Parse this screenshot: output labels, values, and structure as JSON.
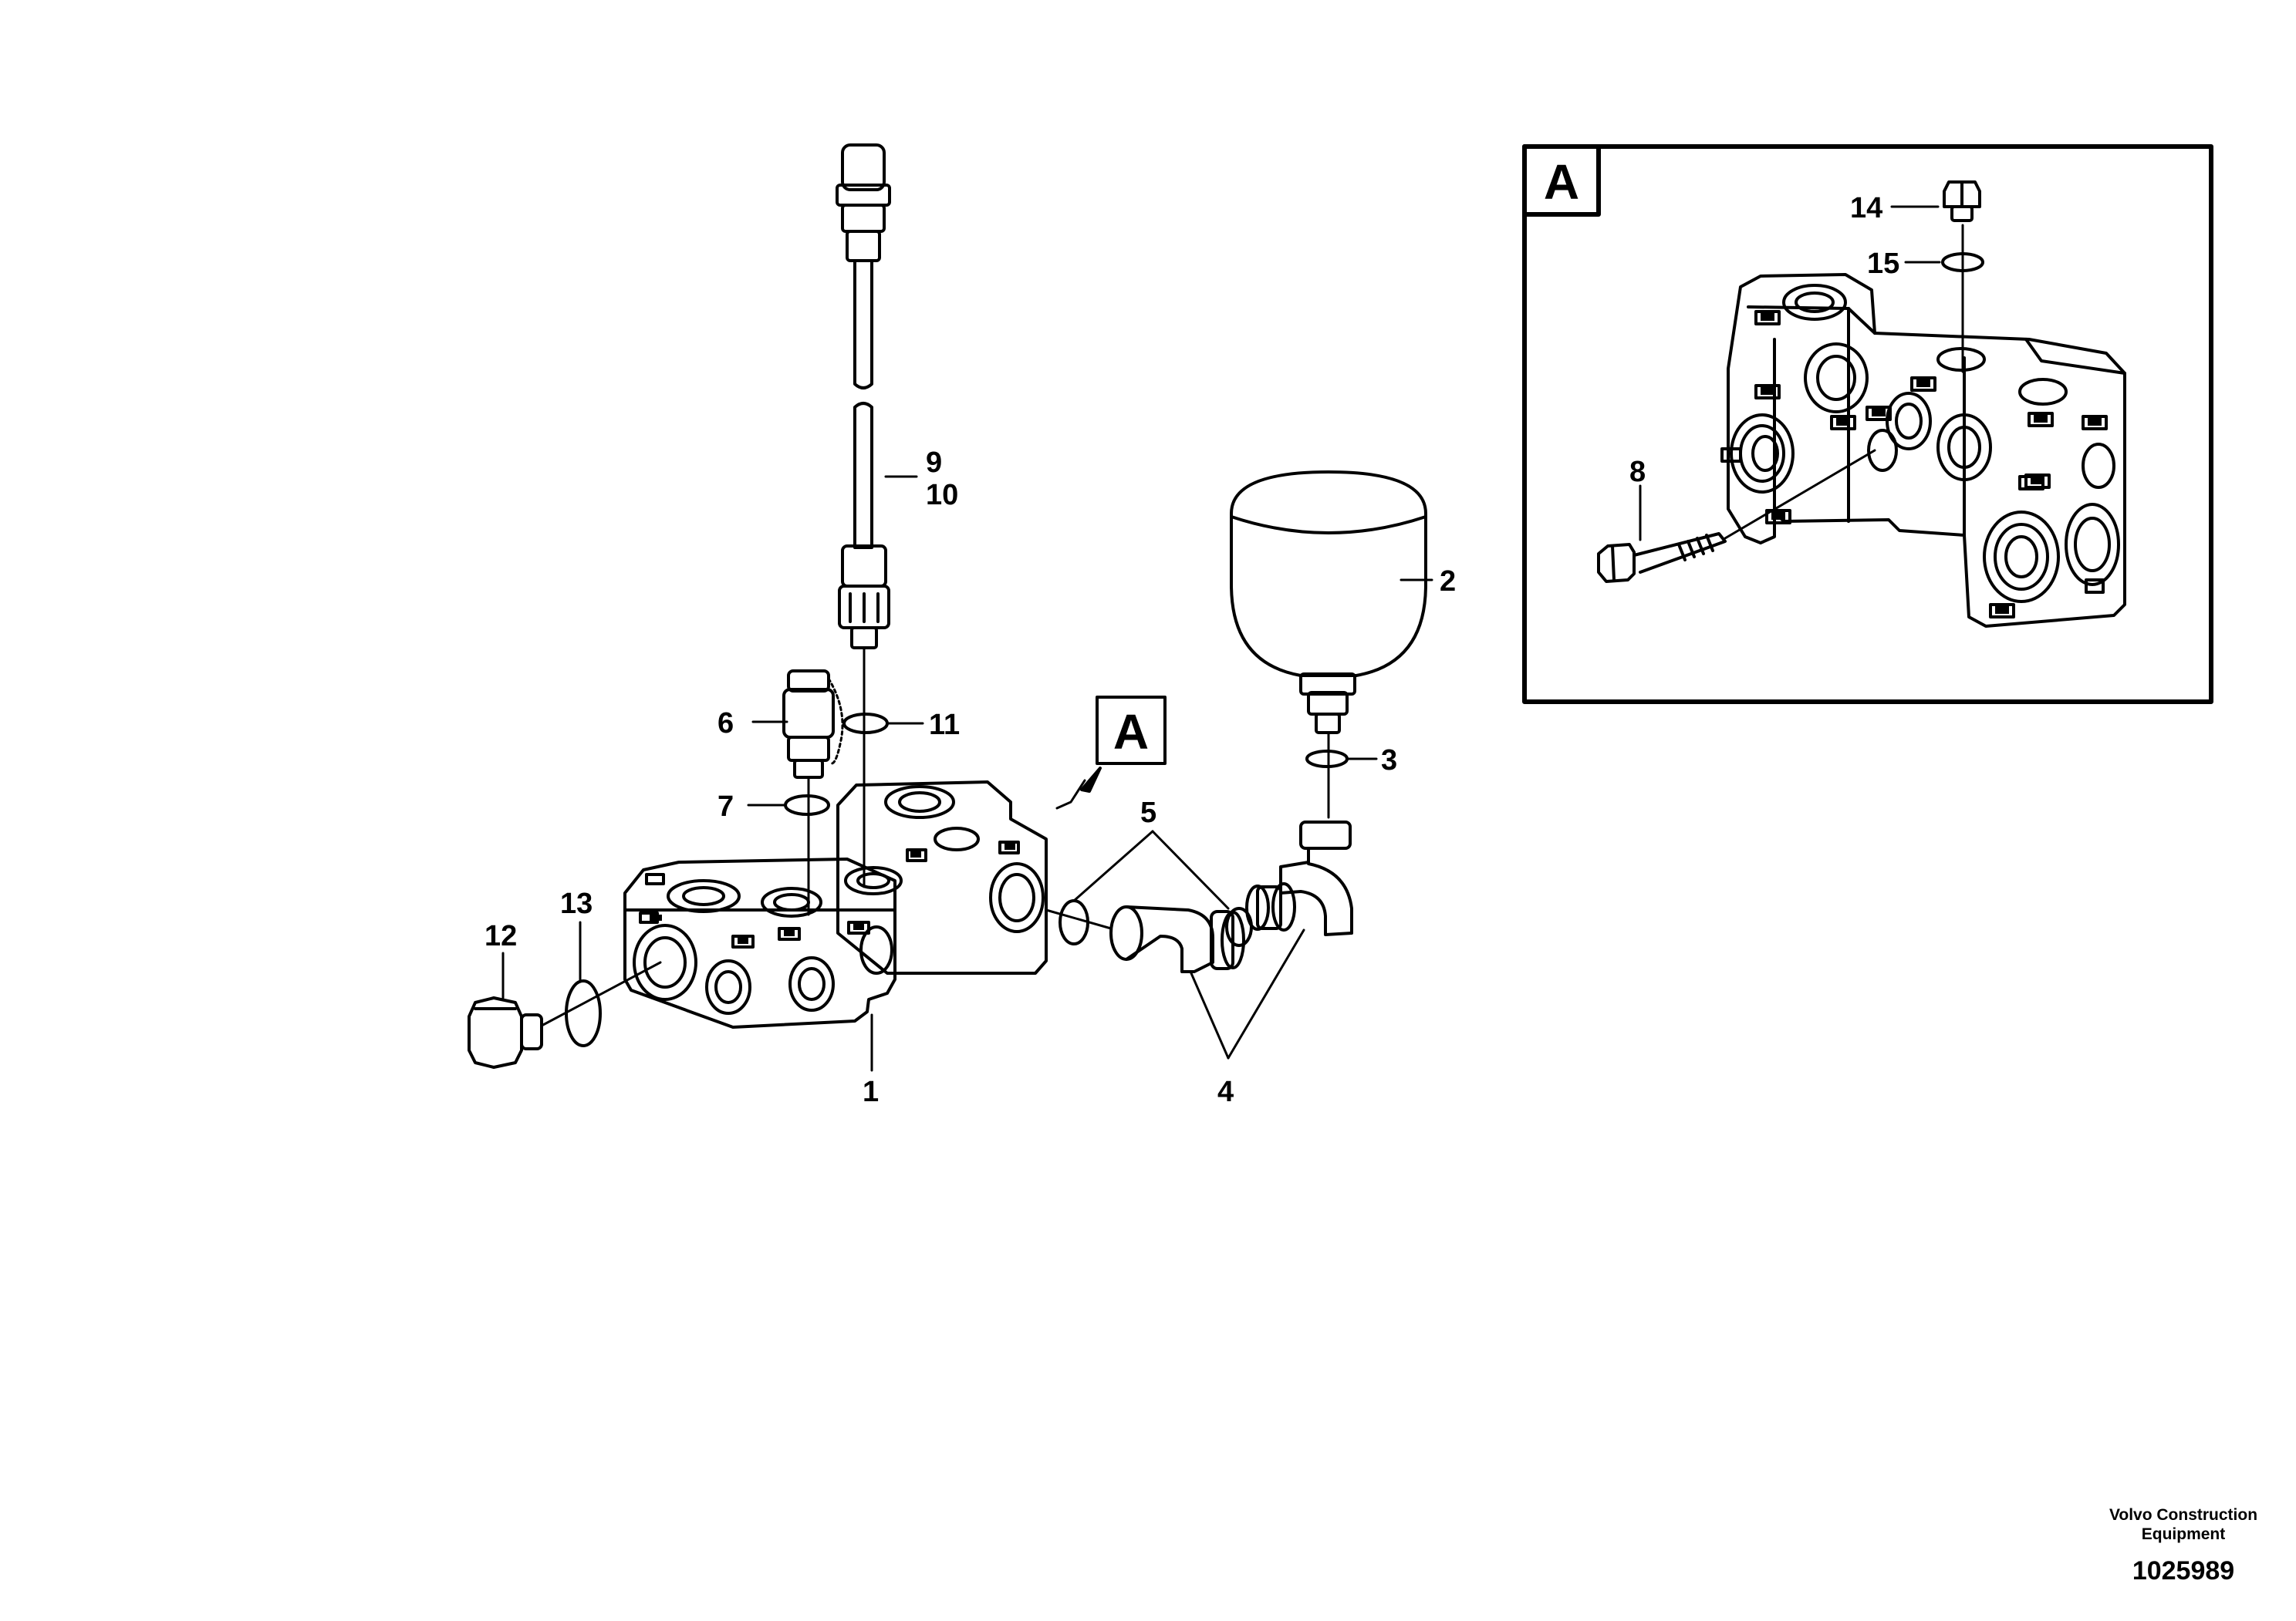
{
  "callouts": {
    "c1": "1",
    "c2": "2",
    "c3": "3",
    "c4": "4",
    "c5": "5",
    "c6": "6",
    "c7": "7",
    "c8": "8",
    "c9": "9",
    "c10": "10",
    "c11": "11",
    "c12": "12",
    "c13": "13",
    "c14": "14",
    "c15": "15"
  },
  "detail_ref": {
    "main": "A",
    "inset": "A"
  },
  "footer": {
    "brand_line1": "Volvo Construction",
    "brand_line2": "Equipment",
    "drawing_number": "1025989"
  }
}
